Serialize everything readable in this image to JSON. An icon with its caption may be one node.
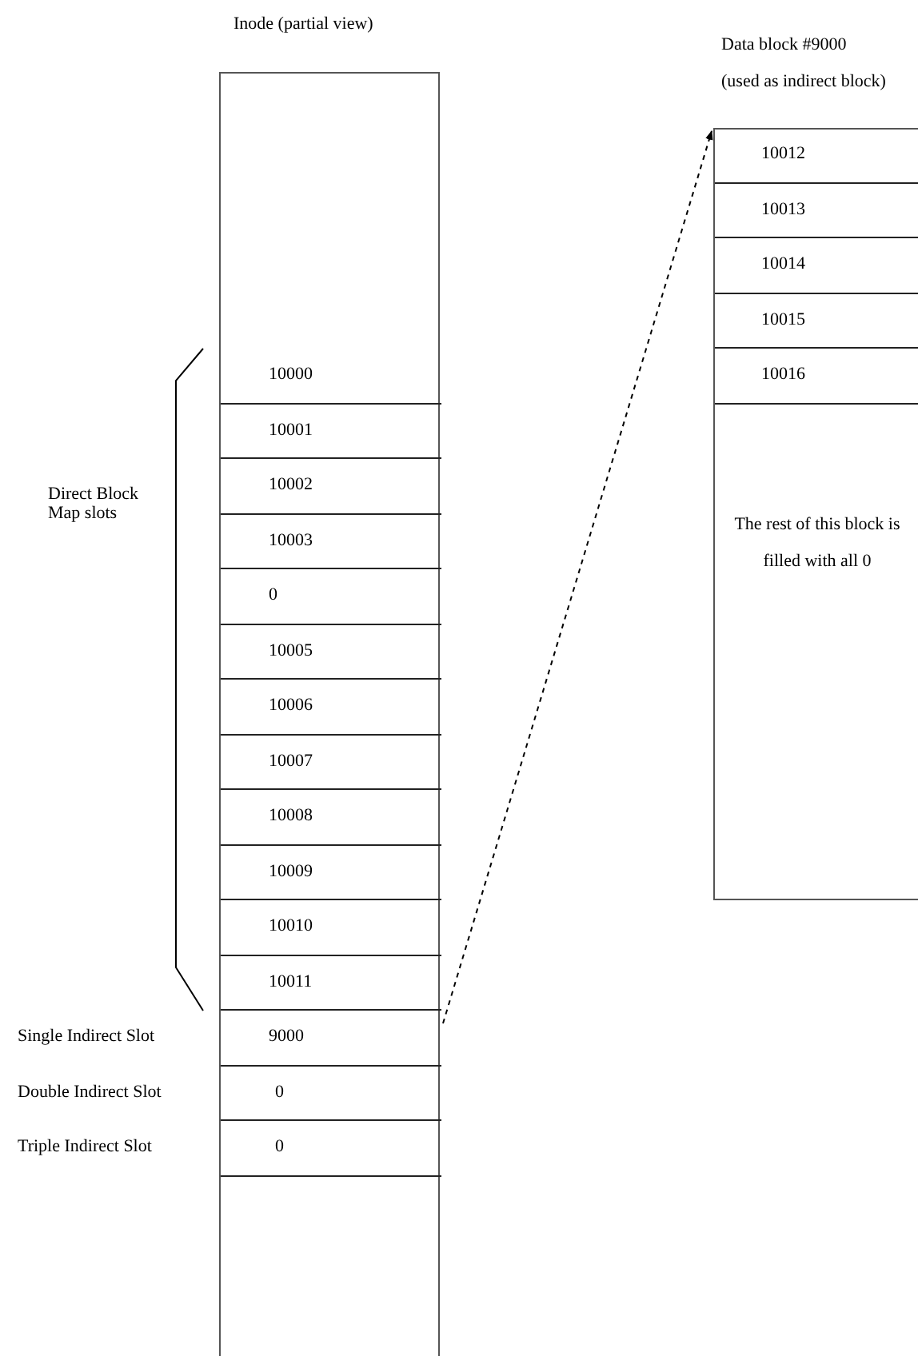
{
  "diagram": {
    "nodes": [
      {
        "text": [
          "Inode (partial view)"
        ]
      },
      {
        "text": [
          "10000"
        ],
        "in": 0
      },
      {
        "text": [
          "10001"
        ],
        "in": 0
      },
      {
        "text": [
          "10002"
        ],
        "in": 0
      },
      {
        "text": [
          "10003"
        ],
        "in": 0
      },
      {
        "text": [
          "0"
        ],
        "in": 0
      },
      {
        "text": [
          "10005"
        ],
        "in": 0
      },
      {
        "text": [
          "10006"
        ],
        "in": 0
      },
      {
        "text": [
          "10007"
        ],
        "in": 0
      },
      {
        "text": [
          "10008"
        ],
        "in": 0
      },
      {
        "text": [
          "10009"
        ],
        "in": 0
      },
      {
        "text": [
          "10010"
        ],
        "in": 0
      },
      {
        "text": [
          "10011"
        ],
        "in": 0
      },
      {
        "text": [
          "9000"
        ],
        "in": 0,
        "beside": [
          "Single Indirect Slot"
        ]
      },
      {
        "text": [
          "0"
        ],
        "in": 0,
        "beside": [
          "Double Indirect Slot"
        ]
      },
      {
        "text": [
          "0"
        ],
        "in": 0,
        "beside": [
          "Triple Indirect Slot"
        ]
      },
      {
        "text": [
          "Data block #9000",
          "(used as indirect block)",
          "The rest of this block is filled with all 0"
        ]
      },
      {
        "text": [
          "10012"
        ],
        "in": 16
      },
      {
        "text": [
          "10013"
        ],
        "in": 16
      },
      {
        "text": [
          "10014"
        ],
        "in": 16
      },
      {
        "text": [
          "10015"
        ],
        "in": 16
      },
      {
        "text": [
          "10016"
        ],
        "in": 16
      }
    ],
    "edges": [
      {
        "from": 13,
        "to": 16,
        "arrow": "to",
        "style": "dashed"
      }
    ],
    "labels": [
      "Direct Block Map slots"
    ]
  }
}
